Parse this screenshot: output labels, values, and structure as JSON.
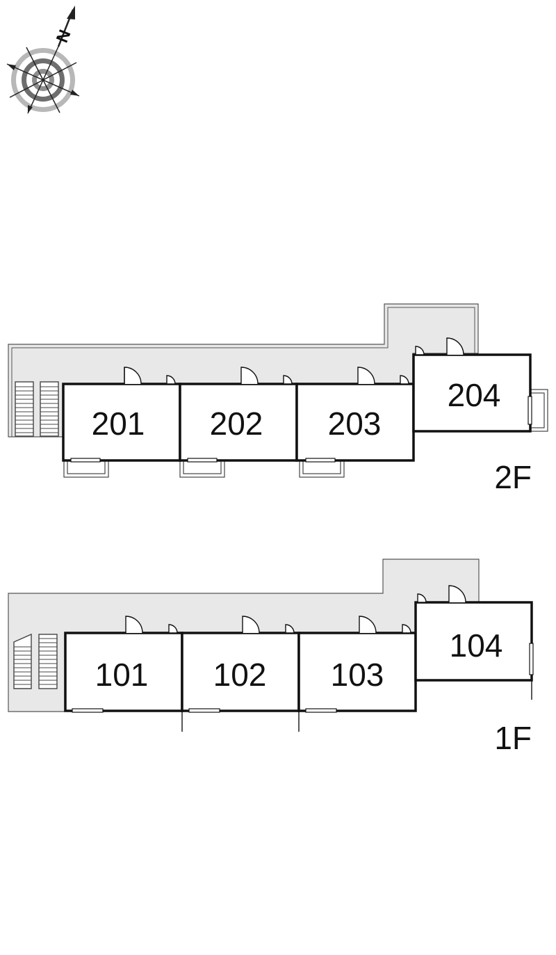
{
  "compass": {
    "north_label": "N",
    "icon": "compass-rose-icon"
  },
  "floors": [
    {
      "id": "2f",
      "label": "2F",
      "rooms": [
        "201",
        "202",
        "203",
        "204"
      ]
    },
    {
      "id": "1f",
      "label": "1F",
      "rooms": [
        "101",
        "102",
        "103",
        "104"
      ]
    }
  ],
  "colors": {
    "corridor": "#e8e8e8",
    "wall": "#111111",
    "background": "#ffffff"
  }
}
